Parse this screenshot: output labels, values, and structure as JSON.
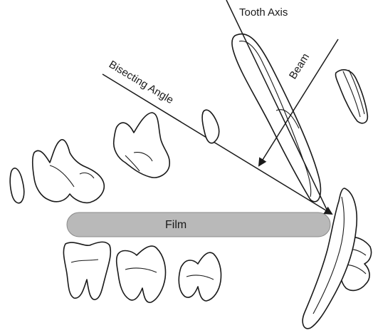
{
  "labels": {
    "tooth_axis": "Tooth Axis",
    "beam": "Beam",
    "bisecting_angle": "Bisecting Angle",
    "film": "Film"
  },
  "colors": {
    "film_fill": "#b9b9b9",
    "line": "#1a1a1a"
  }
}
